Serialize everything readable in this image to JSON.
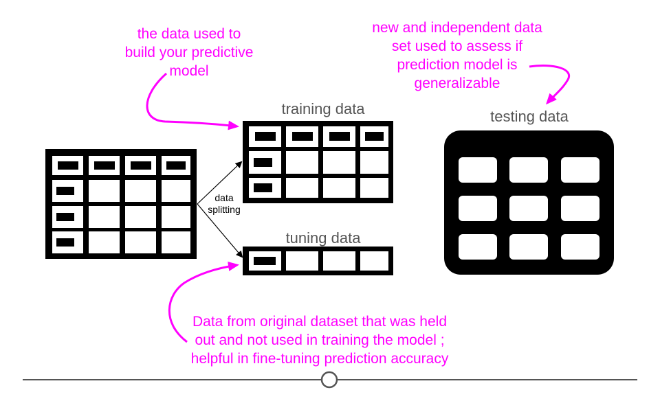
{
  "colors": {
    "annotation": "#ff00ff",
    "table": "#000000",
    "heading": "#555555",
    "timeline": "#555555",
    "cell_fill": "#ffffff"
  },
  "annotations": {
    "training_note": [
      "the data used to",
      "build your predictive",
      "model"
    ],
    "testing_note": [
      "new and independent data",
      "set used to assess if",
      "prediction model is",
      "generalizable"
    ],
    "tuning_note": [
      "Data from original dataset that was held",
      "out and not used in training the model ;",
      "helpful in fine-tuning prediction accuracy"
    ]
  },
  "headings": {
    "training": "training data",
    "tuning": "tuning data",
    "testing": "testing data"
  },
  "split_label": [
    "data",
    "splitting"
  ],
  "tables": {
    "original": {
      "columns": 4,
      "rows": 4,
      "header_row": true,
      "label_column": true
    },
    "training": {
      "columns": 4,
      "rows": 3,
      "header_row": true,
      "label_column": true
    },
    "tuning": {
      "columns": 4,
      "rows": 1,
      "header_row": false,
      "label_column": true
    },
    "testing": {
      "columns": 3,
      "rows": 3,
      "header_row": false,
      "label_column": false
    }
  },
  "timeline": {
    "marker": "circle"
  }
}
